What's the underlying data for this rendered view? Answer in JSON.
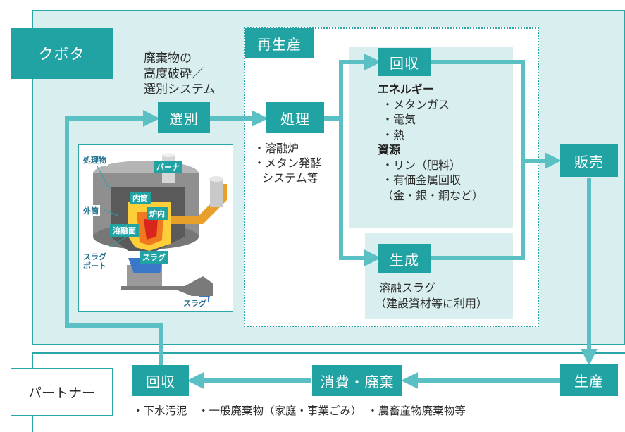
{
  "kubota": {
    "label": "クボタ"
  },
  "partner": {
    "label": "パートナー"
  },
  "regen": {
    "label": "再生産"
  },
  "sorting_desc": {
    "line1": "廃棄物の",
    "line2": "高度破砕／",
    "line3": "選別システム"
  },
  "nodes": {
    "sorting": "選別",
    "processing": "処理",
    "recovery": "回収",
    "generation": "生成",
    "sales": "販売",
    "production": "生産",
    "consume": "消費・廃棄",
    "collect": "回収"
  },
  "processing_methods": {
    "line1": "・溶融炉",
    "line2": "・メタン発酵",
    "line3": "システム等"
  },
  "recovery_items": {
    "energy_header": "エネルギー",
    "energy_1": "・メタンガス",
    "energy_2": "・電気",
    "energy_3": "・熱",
    "resource_header": "資源",
    "resource_1": "・リン（肥料）",
    "resource_2": "・有価金属回収",
    "resource_3": "（金・銀・銅など）"
  },
  "generation_items": {
    "line1": "溶融スラグ",
    "line2": "（建設資材等に利用）"
  },
  "furnace_labels": {
    "material": "処理物",
    "burner": "バーナ",
    "inner": "内筒",
    "outer": "外筒",
    "furnace_in": "炉内",
    "melt_surface": "溶融面",
    "slag_port": "スラグ\nポート",
    "slag": "スラグ",
    "slag_out": "スラグ"
  },
  "waste_types": "・下水汚泥　・一般廃棄物（家庭・事業ごみ）　・農畜産物廃棄物等",
  "colors": {
    "teal": "#22a3a3",
    "light": "#d8eeef",
    "arrow": "#5bc0c4"
  }
}
